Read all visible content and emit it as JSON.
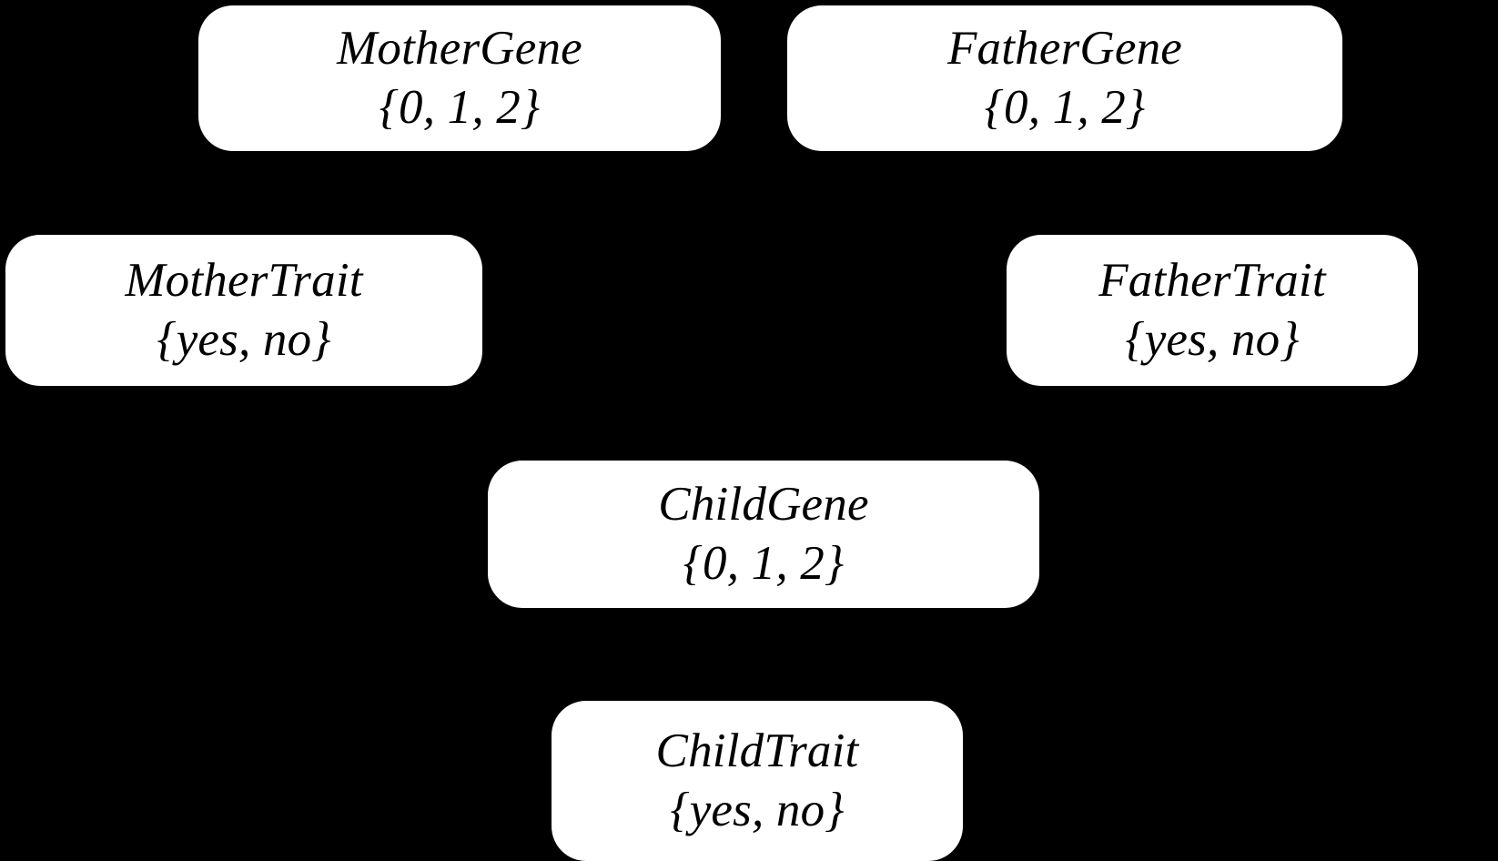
{
  "diagram": {
    "type": "bayesian-network",
    "title": "",
    "background_color": "#000000",
    "node_fill_color": "#ffffff",
    "node_text_color": "#000000",
    "nodes": [
      {
        "id": "mother-gene",
        "label": "MotherGene",
        "domain": "{0, 1, 2}",
        "values": [
          "0",
          "1",
          "2"
        ]
      },
      {
        "id": "father-gene",
        "label": "FatherGene",
        "domain": "{0, 1, 2}",
        "values": [
          "0",
          "1",
          "2"
        ]
      },
      {
        "id": "mother-trait",
        "label": "MotherTrait",
        "domain": "{yes, no}",
        "values": [
          "yes",
          "no"
        ]
      },
      {
        "id": "father-trait",
        "label": "FatherTrait",
        "domain": "{yes, no}",
        "values": [
          "yes",
          "no"
        ]
      },
      {
        "id": "child-gene",
        "label": "ChildGene",
        "domain": "{0, 1, 2}",
        "values": [
          "0",
          "1",
          "2"
        ]
      },
      {
        "id": "child-trait",
        "label": "ChildTrait",
        "domain": "{yes, no}",
        "values": [
          "yes",
          "no"
        ]
      }
    ]
  }
}
